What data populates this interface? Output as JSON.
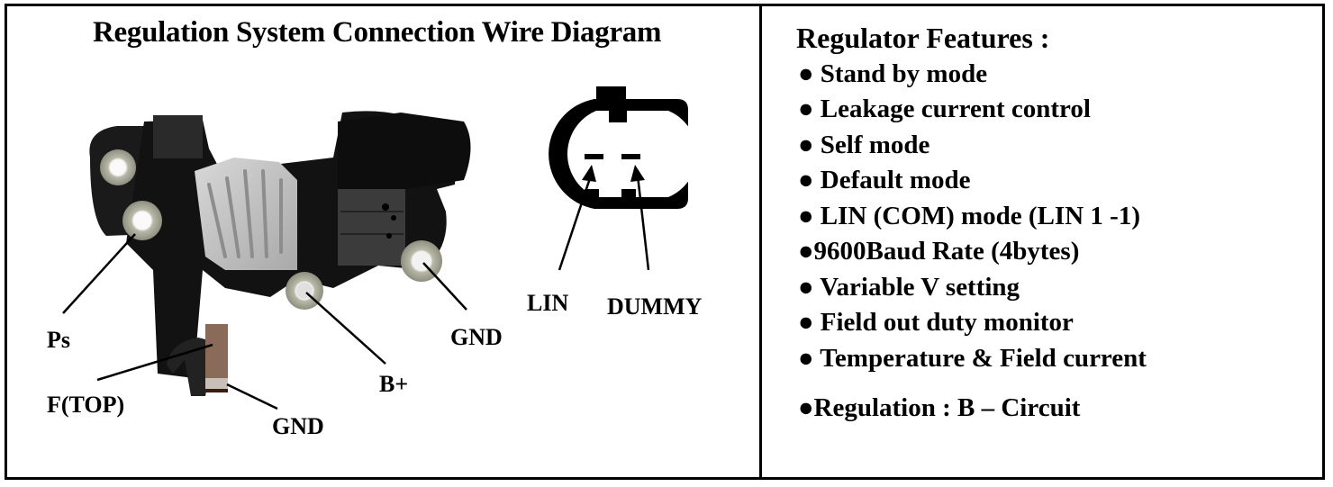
{
  "left_panel": {
    "title": "Regulation System Connection Wire Diagram",
    "regulator_labels": {
      "ps": "Ps",
      "f_top": "F(TOP)",
      "gnd_bottom": "GND",
      "b_plus": "B+",
      "gnd_right": "GND"
    },
    "connector_labels": {
      "lin": "LIN",
      "dummy": "DUMMY"
    }
  },
  "right_panel": {
    "title": "Regulator Features :",
    "features": [
      "● Stand by mode",
      "● Leakage current  control",
      "● Self mode",
      "● Default mode",
      "● LIN (COM) mode  (LIN 1 -1)",
      "●9600Baud Rate  (4bytes)",
      "● Variable V setting",
      "● Field out duty monitor",
      "● Temperature & Field current",
      "●Regulation : B – Circuit"
    ]
  }
}
